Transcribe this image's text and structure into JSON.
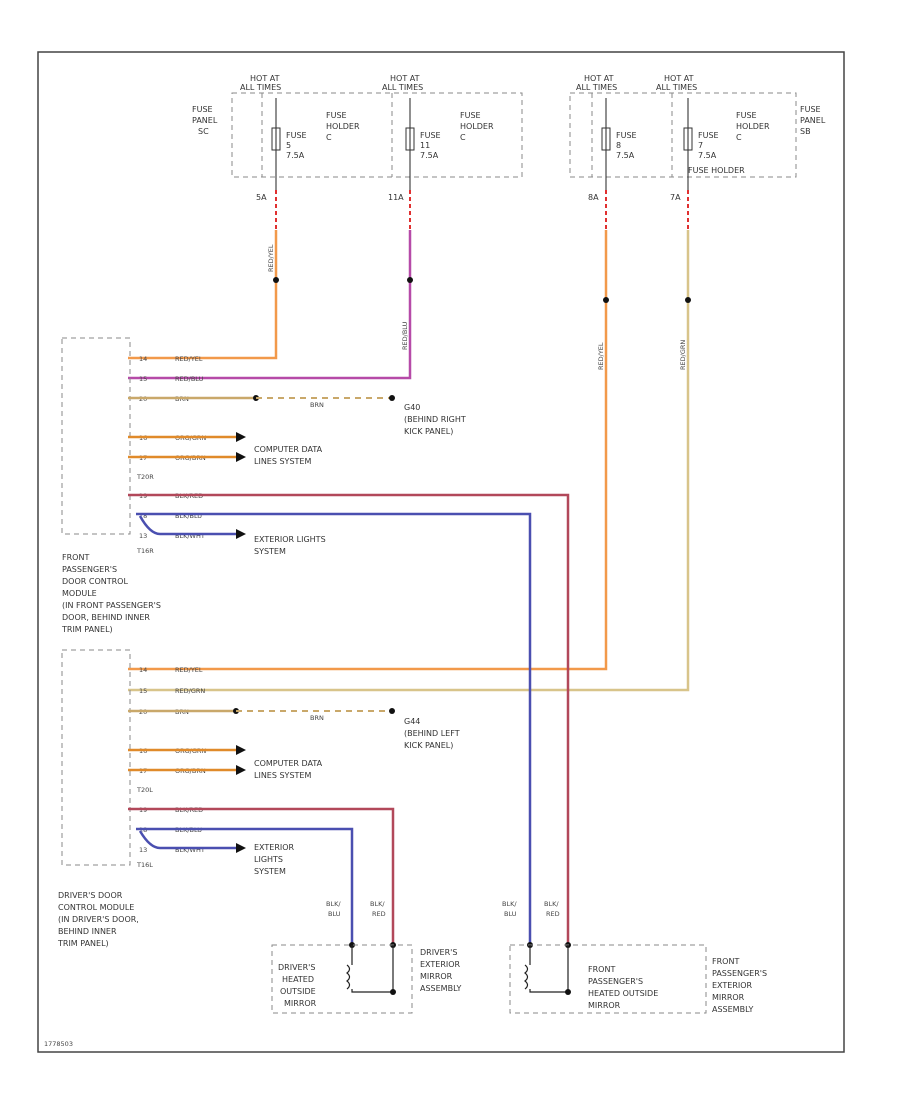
{
  "fuse_panels": {
    "left": {
      "panel_label": [
        "FUSE",
        "PANEL",
        "SC"
      ],
      "hot1": [
        "HOT AT",
        "ALL TIMES"
      ],
      "hot2": [
        "HOT AT",
        "ALL TIMES"
      ],
      "fuse1": [
        "FUSE",
        "5",
        "7.5A"
      ],
      "fuse2": [
        "FUSE",
        "11",
        "7.5A"
      ],
      "holder1": [
        "FUSE",
        "HOLDER",
        "C"
      ],
      "holder2": [
        "FUSE",
        "HOLDER",
        "C"
      ],
      "pin1": "5A",
      "pin2": "11A"
    },
    "right": {
      "panel_label": [
        "FUSE",
        "PANEL",
        "SB"
      ],
      "hot1": [
        "HOT AT",
        "ALL TIMES"
      ],
      "hot2": [
        "HOT AT",
        "ALL TIMES"
      ],
      "fuse1": [
        "FUSE",
        "8",
        "7.5A"
      ],
      "fuse2": [
        "FUSE",
        "7",
        "7.5A"
      ],
      "holder1": [
        "FUSE",
        "HOLDER",
        "C"
      ],
      "holder2": "FUSE HOLDER",
      "pin1": "8A",
      "pin2": "7A"
    }
  },
  "vertical_wire_labels": {
    "w1": "RED/YEL",
    "w2": "RED/BLU",
    "w3": "RED/YEL",
    "w4": "RED/GRN"
  },
  "front_module": {
    "wires": [
      "RED/YEL",
      "RED/BLU",
      "BRN",
      "ORG/GRN",
      "ORG/BRN",
      "BLK/RED",
      "BLK/BLU",
      "BLK/WHT"
    ],
    "pins": [
      "14",
      "15",
      "20",
      "16",
      "17",
      "19",
      "18",
      "13"
    ],
    "ground_wire": "BRN",
    "ground_label": [
      "G40",
      "(BEHIND RIGHT",
      "KICK PANEL)"
    ],
    "data_label": [
      "COMPUTER DATA",
      "LINES SYSTEM"
    ],
    "lights_label": [
      "EXTERIOR LIGHTS",
      "SYSTEM"
    ],
    "conn_top": "T20R",
    "conn_bottom": "T16R",
    "title": [
      "FRONT",
      "PASSENGER'S",
      "DOOR CONTROL",
      "MODULE",
      "(IN FRONT PASSENGER'S",
      "DOOR, BEHIND INNER",
      "TRIM PANEL)"
    ]
  },
  "driver_module": {
    "wires": [
      "RED/YEL",
      "RED/GRN",
      "BRN",
      "ORG/GRN",
      "ORG/BRN",
      "BLK/RED",
      "BLK/BLU",
      "BLK/WHT"
    ],
    "pins": [
      "14",
      "15",
      "20",
      "16",
      "17",
      "19",
      "18",
      "13"
    ],
    "ground_wire": "BRN",
    "ground_label": [
      "G44",
      "(BEHIND LEFT",
      "KICK PANEL)"
    ],
    "data_label": [
      "COMPUTER DATA",
      "LINES SYSTEM"
    ],
    "lights_label": [
      "EXTERIOR",
      "LIGHTS",
      "SYSTEM"
    ],
    "conn_top": "T20L",
    "conn_bottom": "T16L",
    "title": [
      "DRIVER'S DOOR",
      "CONTROL MODULE",
      "(IN DRIVER'S DOOR,",
      "BEHIND INNER",
      "TRIM PANEL)"
    ]
  },
  "mirrors": {
    "driver": {
      "wire_a": [
        "BLK/",
        "BLU"
      ],
      "wire_b": [
        "BLK/",
        "RED"
      ],
      "heater_label": [
        "DRIVER'S",
        "HEATED",
        "OUTSIDE",
        "MIRROR"
      ],
      "assembly_label": [
        "DRIVER'S",
        "EXTERIOR",
        "MIRROR",
        "ASSEMBLY"
      ]
    },
    "passenger": {
      "wire_a": [
        "BLK/",
        "BLU"
      ],
      "wire_b": [
        "BLK/",
        "RED"
      ],
      "heater_label": [
        "FRONT",
        "PASSENGER'S",
        "HEATED OUTSIDE",
        "MIRROR"
      ],
      "assembly_label": [
        "FRONT",
        "PASSENGER'S",
        "EXTERIOR",
        "MIRROR",
        "ASSEMBLY"
      ]
    }
  },
  "footer_code": "1778503",
  "colors": {
    "red_yel": "#f2994a",
    "red_blu": "#b64aa8",
    "red_grn": "#d8c48a",
    "brn": "#c9a86a",
    "org": "#e08a2a",
    "blk_red": "#b2485a",
    "blk_blu": "#4a4fb0",
    "blk": "#222222",
    "fuse_red": "#e03030"
  }
}
